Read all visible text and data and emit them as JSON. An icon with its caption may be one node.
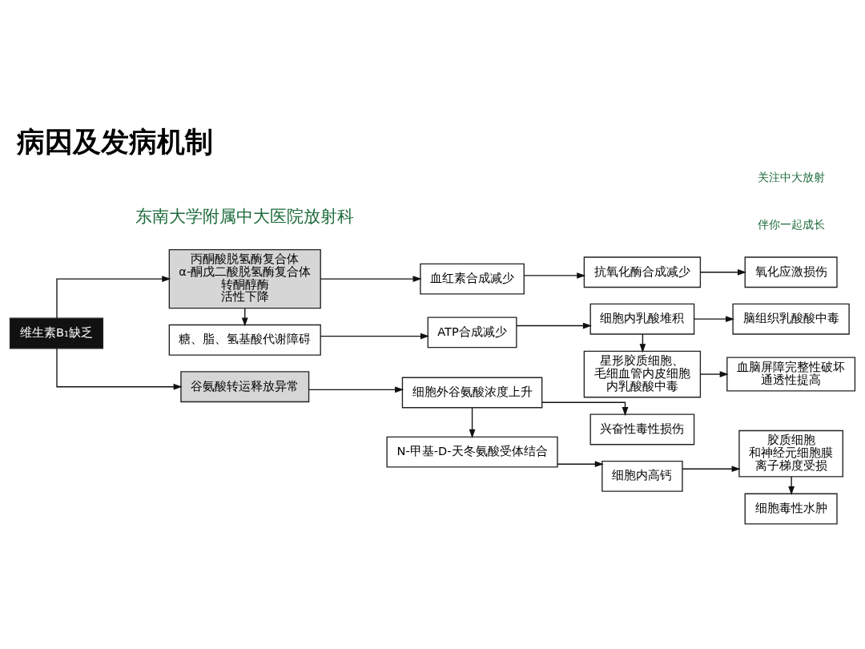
{
  "diagram": {
    "title": "病因及发病机制",
    "nodes": [
      {
        "text": [
          "维生素B₁缺乏"
        ]
      },
      {
        "text": [
          "丙酮酸脱氢酶复合体",
          "α-酮戊二酸脱氢酶复合体",
          "转酮醇酶",
          "活性下降"
        ]
      },
      {
        "text": [
          "血红素合成减少"
        ]
      },
      {
        "text": [
          "抗氧化酶合成减少"
        ]
      },
      {
        "text": [
          "氧化应激损伤"
        ]
      },
      {
        "text": [
          "糖、脂、氢基酸代谢障碍"
        ]
      },
      {
        "text": [
          "ATP合成减少"
        ]
      },
      {
        "text": [
          "细胞内乳酸堆积"
        ]
      },
      {
        "text": [
          "脑组织乳酸酸中毒"
        ]
      },
      {
        "text": [
          "星形胶质细胞、毛细血管内皮细胞内乳酸酸中毒"
        ]
      },
      {
        "text": [
          "血脑屏障完整性破坏通透性提高"
        ]
      },
      {
        "text": [
          "谷氨酸转运释放异常"
        ]
      },
      {
        "text": [
          "细胞外谷氨酸浓度上升"
        ]
      },
      {
        "text": [
          "兴奋性毒性损伤"
        ]
      },
      {
        "text": [
          "N-甲基-D-天冬氨酸受体结合"
        ]
      },
      {
        "text": [
          "细胞内高钙"
        ]
      },
      {
        "text": [
          "胶质细胞和神经元细胞膜离子梯度受损"
        ]
      },
      {
        "text": [
          "细胞毒性水肿"
        ]
      }
    ],
    "edges": [
      {
        "from": 0,
        "to": 1,
        "arrow": "to"
      },
      {
        "from": 0,
        "to": 11,
        "arrow": "to"
      },
      {
        "from": 1,
        "to": 2,
        "arrow": "to"
      },
      {
        "from": 2,
        "to": 3,
        "arrow": "to"
      },
      {
        "from": 3,
        "to": 4,
        "arrow": "to"
      },
      {
        "from": 1,
        "to": 5,
        "arrow": "to"
      },
      {
        "from": 5,
        "to": 6,
        "arrow": "to"
      },
      {
        "from": 6,
        "to": 7,
        "arrow": "to"
      },
      {
        "from": 7,
        "to": 8,
        "arrow": "to"
      },
      {
        "from": 7,
        "to": 9,
        "arrow": "to"
      },
      {
        "from": 9,
        "to": 10,
        "arrow": "to"
      },
      {
        "from": 11,
        "to": 12,
        "arrow": "to"
      },
      {
        "from": 12,
        "to": 13,
        "arrow": "to"
      },
      {
        "from": 12,
        "to": 14,
        "arrow": "to"
      },
      {
        "from": 14,
        "to": 15,
        "arrow": "to"
      },
      {
        "from": 15,
        "to": 16,
        "arrow": "to"
      },
      {
        "from": 16,
        "to": 17,
        "arrow": "to"
      }
    ],
    "labels": [
      "东南大学附属中大医院放射科",
      "关注中大放射",
      "伴你一起成长"
    ]
  }
}
